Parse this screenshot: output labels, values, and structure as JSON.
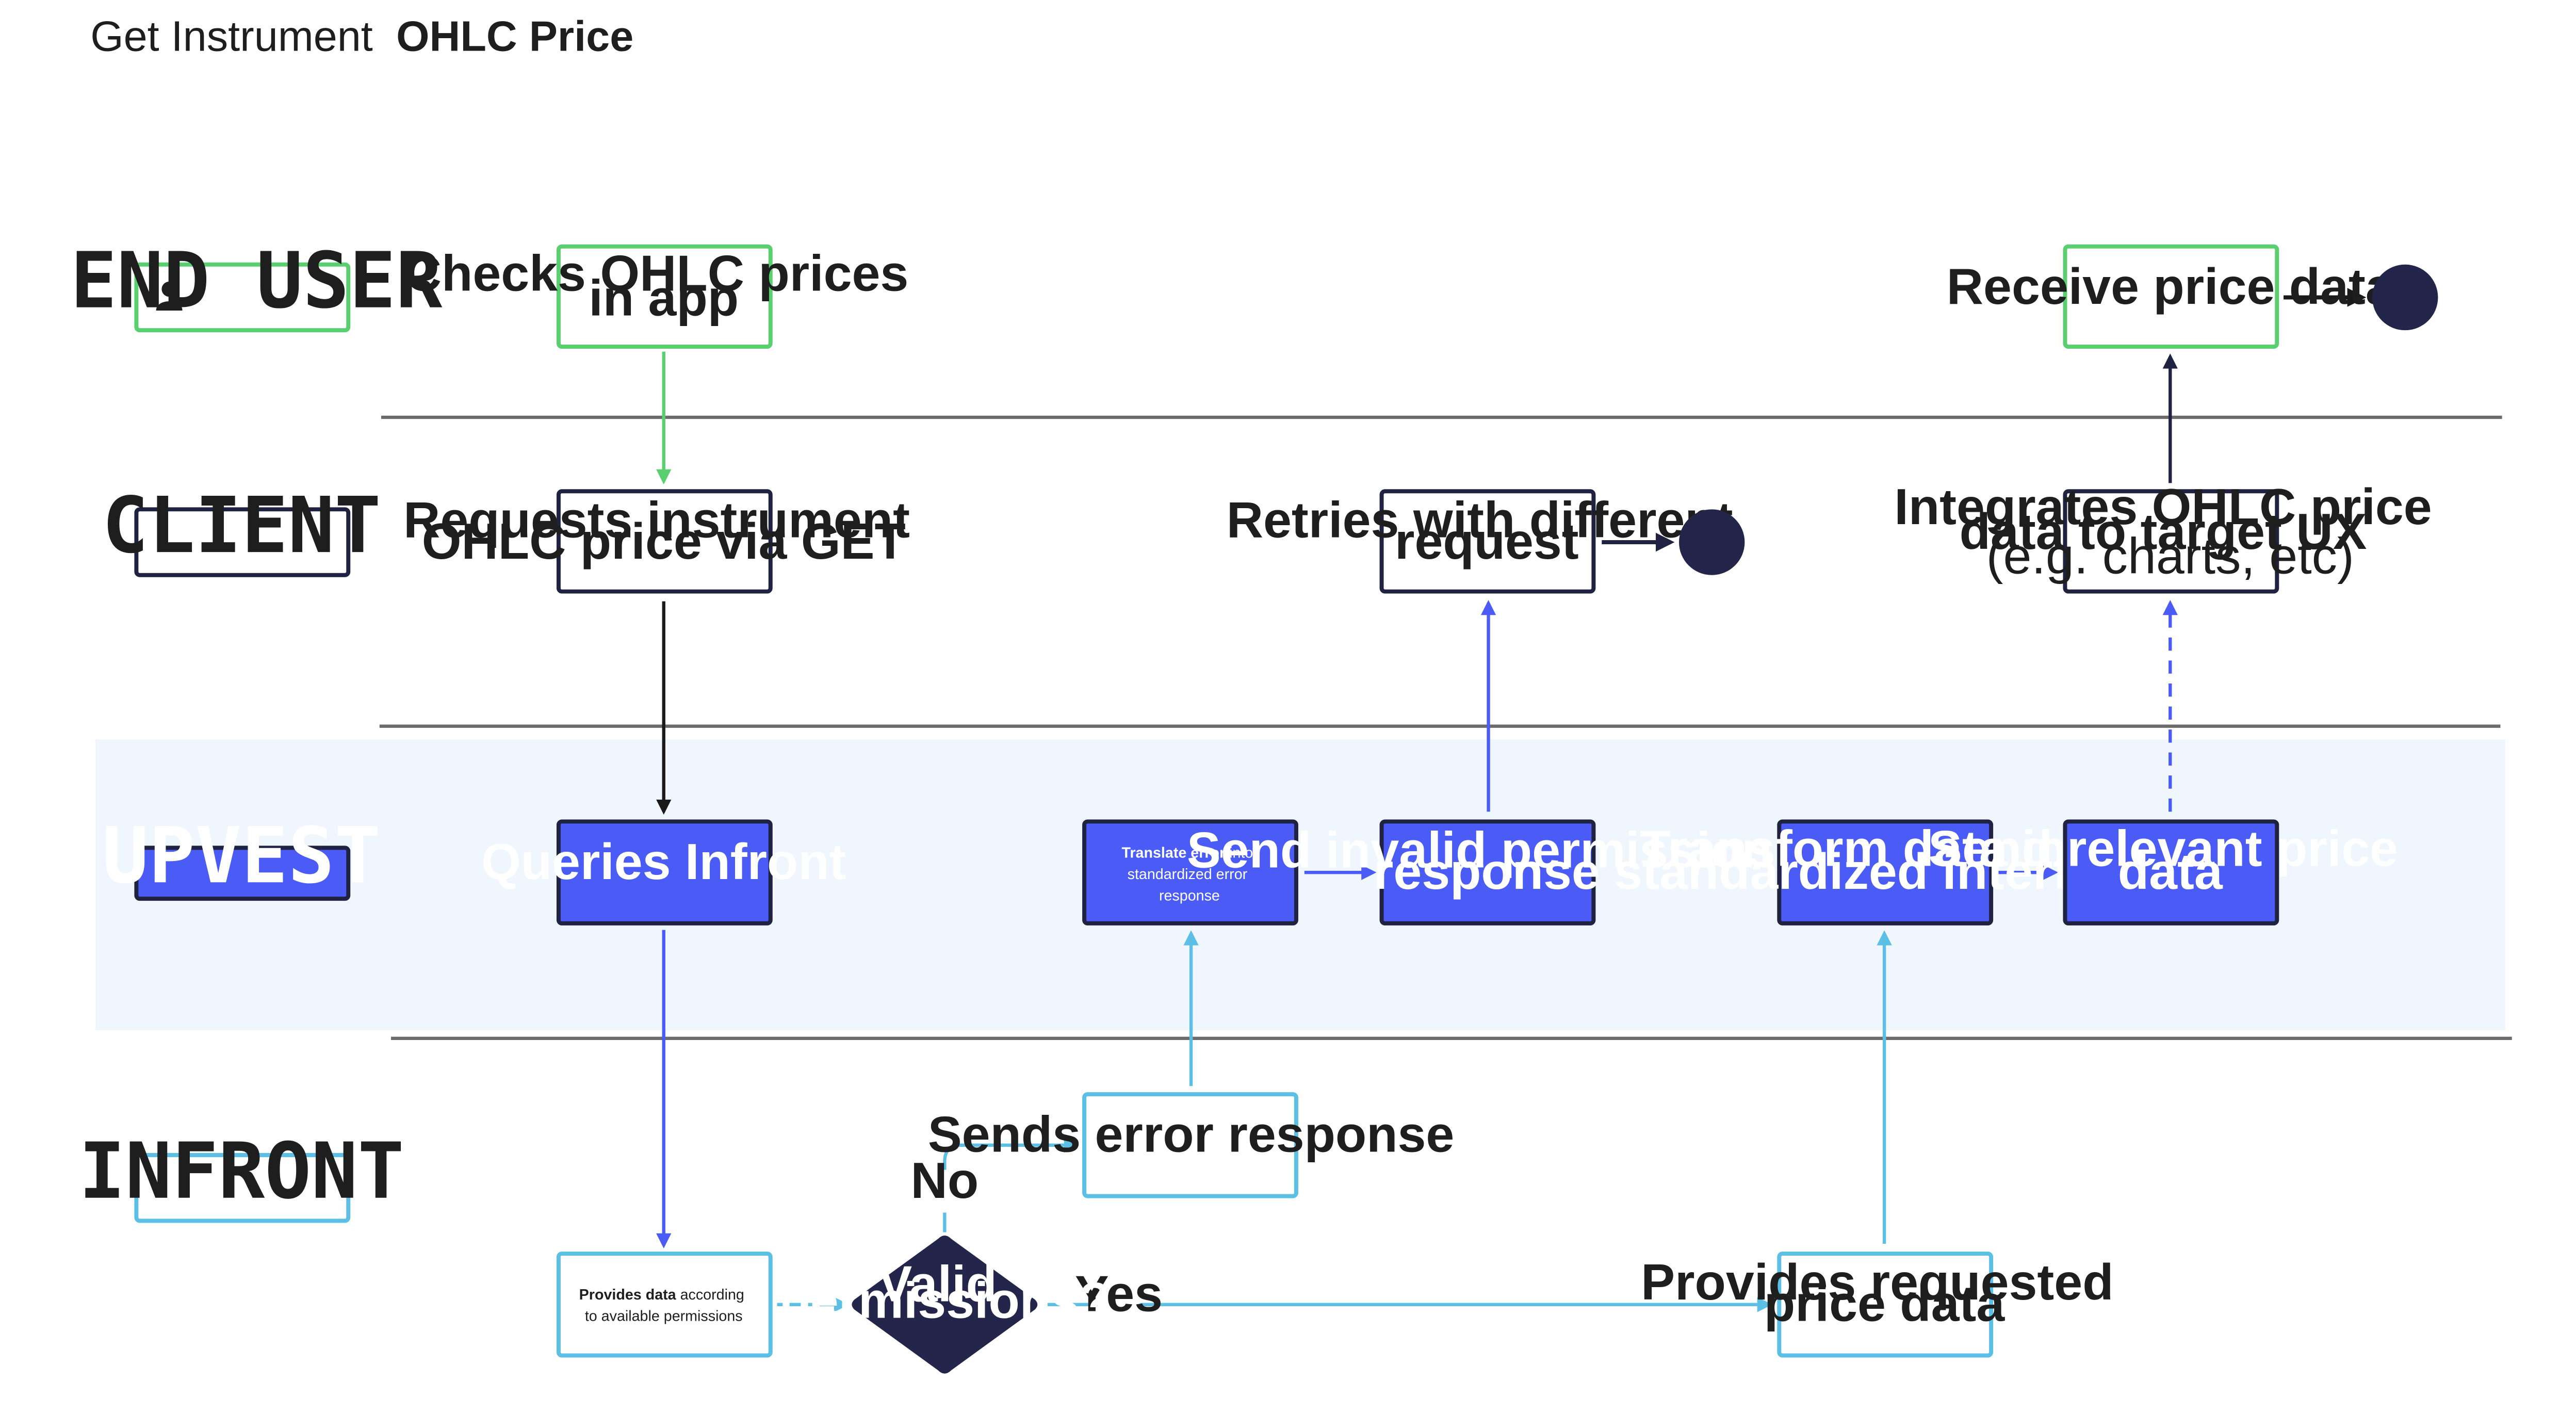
{
  "page": {
    "title_regular": "Get Instrument",
    "title_bold": "OHLC Price"
  },
  "colors": {
    "end_user": "#59cf6f",
    "client": "#1f2240",
    "upvest_fill": "#4a5cf5",
    "upvest_band": "#eff6fe",
    "infront": "#5bbfe6",
    "terminal": "#23264a",
    "divider": "#6b6b6b",
    "text": "#1e1e1e"
  },
  "lanes": {
    "end_user": "END USER",
    "client": "CLIENT",
    "upvest": "UPVEST",
    "infront": "INFRONT"
  },
  "icons": {
    "end_user": "person-icon"
  },
  "nodes": {
    "check_prices": {
      "line1": "Checks OHLC prices",
      "line2": "in app"
    },
    "request_get": {
      "line1": "Requests instrument",
      "line2": "OHLC price via GET"
    },
    "queries_infront": {
      "line1": "Queries Infront"
    },
    "provides_data": {
      "bold": "Provides data",
      "rest": " according",
      "line2": "to available permissions"
    },
    "valid_permissions": {
      "line1": "Valid",
      "line2": "permissions?"
    },
    "sends_error": {
      "line1": "Sends error response"
    },
    "translate_error": {
      "bold": "Translate error",
      "rest": " into",
      "line2": "standardized error",
      "line3": "response"
    },
    "send_invalid": {
      "line1": "Send invalid permission",
      "line2": "response"
    },
    "retries": {
      "line1": "Retries with different",
      "line2": "request"
    },
    "provides_requested": {
      "line1": "Provides requested",
      "line2": "price data"
    },
    "transform_data": {
      "line1": "Transform data into",
      "line2": "standardized interface"
    },
    "send_relevant": {
      "line1": "Send relevant price",
      "line2": "data"
    },
    "integrates": {
      "line1": "Integrates OHLC price",
      "line2": "data to target UX",
      "line3": "(e.g. charts, etc)"
    },
    "receive": {
      "line1": "Receive price data"
    }
  },
  "edge_labels": {
    "no": "No",
    "yes": "Yes"
  }
}
